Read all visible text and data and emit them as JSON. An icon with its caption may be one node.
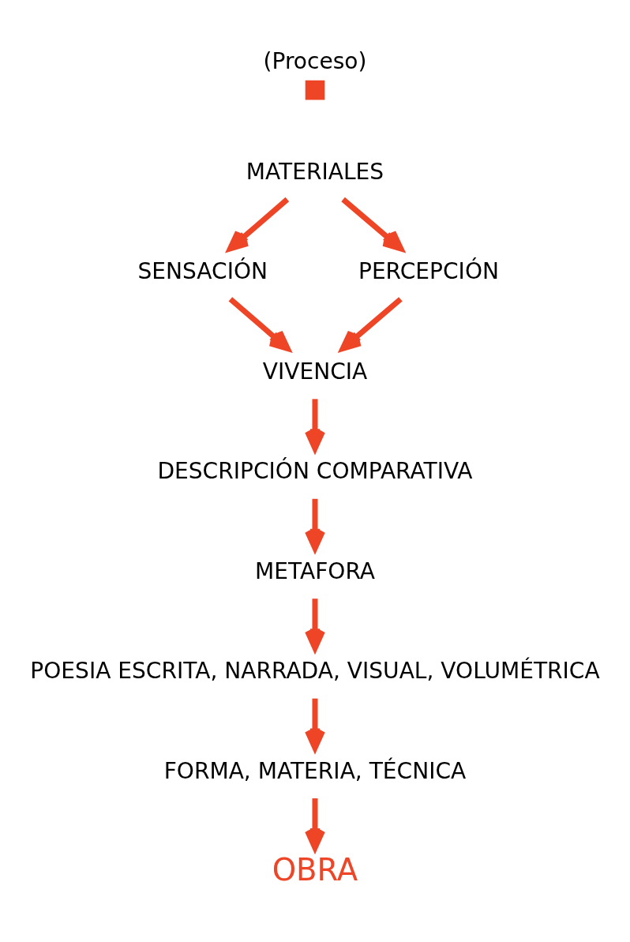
{
  "diagram": {
    "title": "(Proceso)",
    "nodes": [
      {
        "text": [],
        "shape": "box"
      },
      {
        "text": [
          "MATERIALES"
        ]
      },
      {
        "text": [
          "SENSACIÓN"
        ]
      },
      {
        "text": [
          "PERCEPCIÓN"
        ]
      },
      {
        "text": [
          "VIVENCIA"
        ]
      },
      {
        "text": [
          "DESCRIPCIÓN COMPARATIVA"
        ]
      },
      {
        "text": [
          "METAFORA"
        ]
      },
      {
        "text": [
          "POESIA ESCRITA, NARRADA, VISUAL, VOLUMÉTRICA"
        ]
      },
      {
        "text": [
          "FORMA, MATERIA, TÉCNICA"
        ]
      },
      {
        "text": [
          "OBRA"
        ]
      }
    ],
    "edges": [
      {
        "from": 1,
        "to": 2,
        "arrow": "to"
      },
      {
        "from": 1,
        "to": 3,
        "arrow": "to"
      },
      {
        "from": 2,
        "to": 4,
        "arrow": "to"
      },
      {
        "from": 3,
        "to": 4,
        "arrow": "to"
      },
      {
        "from": 4,
        "to": 5,
        "arrow": "to"
      },
      {
        "from": 5,
        "to": 6,
        "arrow": "to"
      },
      {
        "from": 6,
        "to": 7,
        "arrow": "to"
      },
      {
        "from": 7,
        "to": 8,
        "arrow": "to"
      },
      {
        "from": 8,
        "to": 9,
        "arrow": "to"
      }
    ]
  }
}
